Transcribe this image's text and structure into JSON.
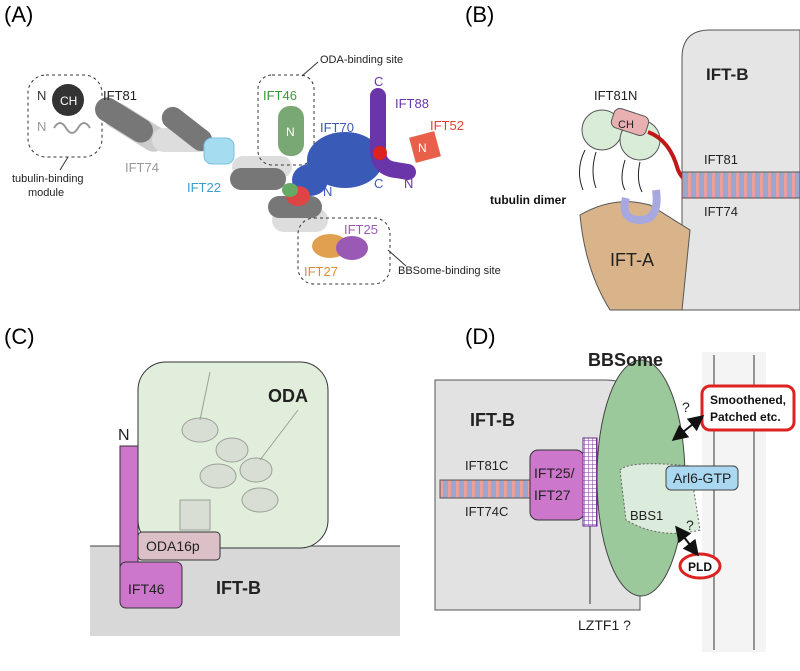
{
  "panels": {
    "a": {
      "label": "(A)",
      "ift81": "IFT81",
      "ift74": "IFT74",
      "ift22": "IFT22",
      "ift46": "IFT46",
      "ift70": "IFT70",
      "ift88": "IFT88",
      "ift52": "IFT52",
      "ift25": "IFT25",
      "ift27": "IFT27",
      "n": "N",
      "c": "C",
      "ch": "CH",
      "oda_site": "ODA-binding site",
      "tubulin_module_1": "tubulin-binding",
      "tubulin_module_2": "module",
      "bbsome_site": "BBSome-binding site"
    },
    "b": {
      "label": "(B)",
      "iftb": "IFT-B",
      "ift81n": "IFT81N",
      "ch": "CH",
      "ift81": "IFT81",
      "ift74": "IFT74",
      "tubulin": "tubulin dimer",
      "ifta": "IFT-A"
    },
    "c": {
      "label": "(C)",
      "n": "N",
      "oda": "ODA",
      "oda16p": "ODA16p",
      "ift46": "IFT46",
      "iftb": "IFT-B"
    },
    "d": {
      "label": "(D)",
      "bbsome": "BBSome",
      "iftb": "IFT-B",
      "ift81c": "IFT81C",
      "ift74c": "IFT74C",
      "ift25_1": "IFT25/",
      "ift27": "IFT27",
      "arl6": "Arl6-GTP",
      "bbs1": "BBS1",
      "smo_1": "Smoothened,",
      "smo_2": "Patched etc.",
      "pld": "PLD",
      "lztf1": "LZTF1 ?",
      "q1": "?",
      "q2": "?"
    }
  },
  "colors": {
    "ift46_green": "#7aa874",
    "ift70_blue": "#3a5ab8",
    "ift88_purple": "#6a35a8",
    "ift52_red": "#e8604a",
    "ift22_cyan": "#a6dcf0",
    "ift25_violet": "#9b59b6",
    "ift27_orange": "#e0a050",
    "ifta_tan": "#d9b48a",
    "bbsome_green": "#9cc99c",
    "oda_green": "#e2eedc",
    "magenta": "#cc77cc",
    "smo_red": "#dd2222"
  }
}
